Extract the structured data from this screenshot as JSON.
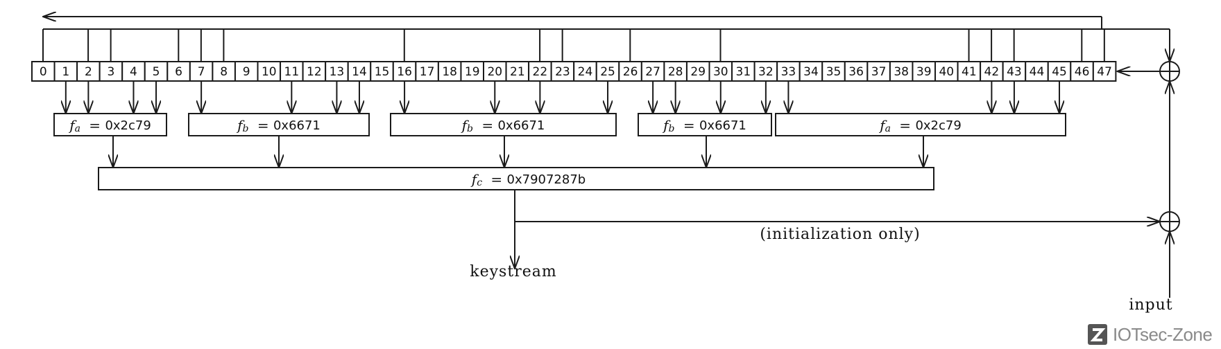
{
  "register": {
    "cells": [
      "0",
      "1",
      "2",
      "3",
      "4",
      "5",
      "6",
      "7",
      "8",
      "9",
      "10",
      "11",
      "12",
      "13",
      "14",
      "15",
      "16",
      "17",
      "18",
      "19",
      "20",
      "21",
      "22",
      "23",
      "24",
      "25",
      "26",
      "27",
      "28",
      "29",
      "30",
      "31",
      "32",
      "33",
      "34",
      "35",
      "36",
      "37",
      "38",
      "39",
      "40",
      "41",
      "42",
      "43",
      "44",
      "45",
      "46",
      "47"
    ],
    "feedback_taps": [
      0,
      2,
      3,
      6,
      7,
      8,
      16,
      22,
      23,
      26,
      30,
      41,
      42,
      43,
      46,
      47
    ]
  },
  "functions": [
    {
      "name": "f",
      "sub": "a",
      "eq": "=",
      "value": "0x2c79",
      "inputs": [
        1,
        2,
        4,
        5
      ]
    },
    {
      "name": "f",
      "sub": "b",
      "eq": "=",
      "value": "0x6671",
      "inputs": [
        7,
        11,
        13,
        14
      ]
    },
    {
      "name": "f",
      "sub": "b",
      "eq": "=",
      "value": "0x6671",
      "inputs": [
        16,
        20,
        22,
        25
      ]
    },
    {
      "name": "f",
      "sub": "b",
      "eq": "=",
      "value": "0x6671",
      "inputs": [
        27,
        28,
        30,
        32
      ]
    },
    {
      "name": "f",
      "sub": "a",
      "eq": "=",
      "value": "0x2c79",
      "inputs": [
        33,
        42,
        43,
        45
      ]
    }
  ],
  "output_function": {
    "name": "f",
    "sub": "c",
    "eq": "=",
    "value": "0x7907287b"
  },
  "labels": {
    "keystream": "keystream",
    "init_only": "(initialization only)",
    "input": "input"
  },
  "watermark": {
    "text": "IOTsec-Zone",
    "icon": "z-logo-icon"
  }
}
